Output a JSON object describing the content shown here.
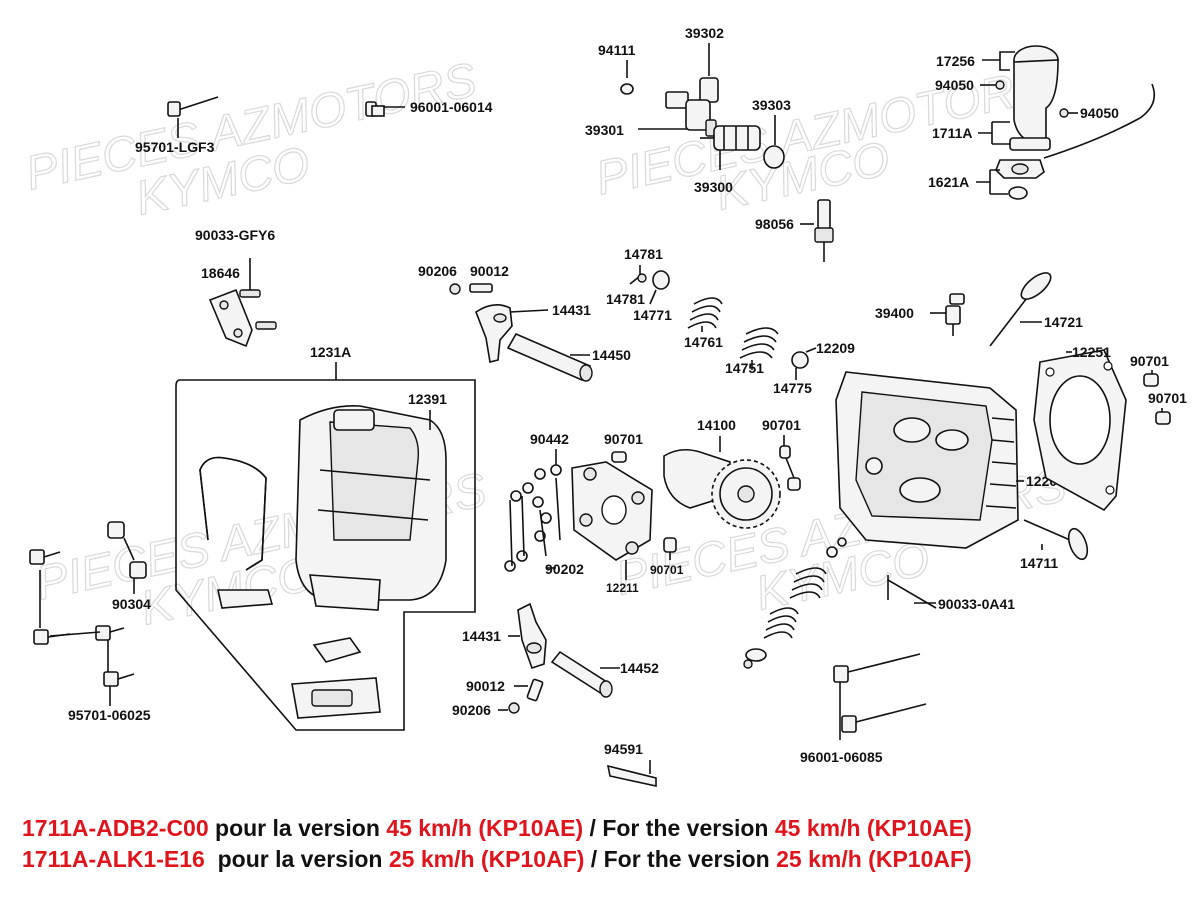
{
  "watermarks": [
    "PIECES AZMOTORS",
    "KYMCO"
  ],
  "labels": {
    "p94111": "94111",
    "p39302": "39302",
    "p39301": "39301",
    "p39303": "39303",
    "p39300": "39300",
    "p98056": "98056",
    "p17256": "17256",
    "p94050a": "94050",
    "p94050b": "94050",
    "p1711A": "1711A",
    "p1621A": "1621A",
    "p95701LGF3": "95701-LGF3",
    "p9600106014": "96001-06014",
    "p90033GFY6": "90033-GFY6",
    "p18646": "18646",
    "p1231A": "1231A",
    "p12391": "12391",
    "p90206a": "90206",
    "p90012a": "90012",
    "p14431a": "14431",
    "p14450": "14450",
    "p14781a": "14781",
    "p14781b": "14781",
    "p14771": "14771",
    "p14761": "14761",
    "p14751": "14751",
    "p14775": "14775",
    "p12209": "12209",
    "p39400": "39400",
    "p14721": "14721",
    "p12251": "12251",
    "p90701a": "90701",
    "p90701b": "90701",
    "p90442": "90442",
    "p90701c": "90701",
    "p14100": "14100",
    "p90701d": "90701",
    "p12200": "12200",
    "p90202": "90202",
    "p12211": "12211",
    "p90701e": "90701",
    "p14711": "14711",
    "p90304": "90304",
    "p9003300A41": "90033-0A41",
    "p14431b": "14431",
    "p14452": "14452",
    "p90012b": "90012",
    "p90206b": "90206",
    "p9570106025": "95701-06025",
    "p94591": "94591",
    "p9600106085": "96001-06085"
  },
  "footer": {
    "line1": {
      "code": "1711A-ADB2-C00",
      "t1": " pour la version ",
      "speed1": "45 km/h (KP10AE)",
      "t2": " / For the version ",
      "speed2": "45 km/h (KP10AE)"
    },
    "line2": {
      "code": "1711A-ALK1-E16",
      "t1": "  pour la version ",
      "speed1": "25 km/h (KP10AF)",
      "t2": " / For the version ",
      "speed2": "25 km/h (KP10AF)"
    }
  },
  "colors": {
    "accent": "#e0141c",
    "text": "#111111"
  }
}
